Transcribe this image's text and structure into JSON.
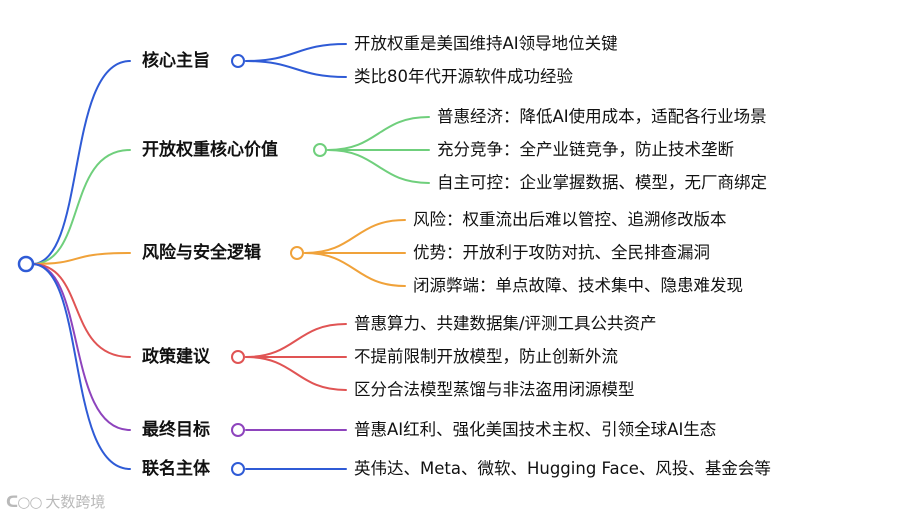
{
  "colors": {
    "blue": "#2f5bd6",
    "green": "#6fcf7c",
    "orange": "#f0a23a",
    "red": "#e05454",
    "purple": "#8e44bd"
  },
  "branches": [
    {
      "label": "核心主旨",
      "color": "blue",
      "leaves": [
        "开放权重是美国维持AI领导地位关键",
        "类比80年代开源软件成功经验"
      ]
    },
    {
      "label": "开放权重核心价值",
      "color": "green",
      "leaves": [
        "普惠经济：降低AI使用成本，适配各行业场景",
        "充分竞争：全产业链竞争，防止技术垄断",
        "自主可控：企业掌握数据、模型，无厂商绑定"
      ]
    },
    {
      "label": "风险与安全逻辑",
      "color": "orange",
      "leaves": [
        "风险：权重流出后难以管控、追溯修改版本",
        "优势：开放利于攻防对抗、全民排查漏洞",
        "闭源弊端：单点故障、技术集中、隐患难发现"
      ]
    },
    {
      "label": "政策建议",
      "color": "red",
      "leaves": [
        "普惠算力、共建数据集/评测工具公共资产",
        "不提前限制开放模型，防止创新外流",
        "区分合法模型蒸馏与非法盗用闭源模型"
      ]
    },
    {
      "label": "最终目标",
      "color": "purple",
      "leaves": [
        "普惠AI红利、强化美国技术主权、引领全球AI生态"
      ]
    },
    {
      "label": "联名主体",
      "color": "blue",
      "leaves": [
        "英伟达、Meta、微软、Hugging Face、风投、基金会等"
      ]
    }
  ],
  "watermark": {
    "logo": "ᑕ○○",
    "text": "大数跨境"
  }
}
